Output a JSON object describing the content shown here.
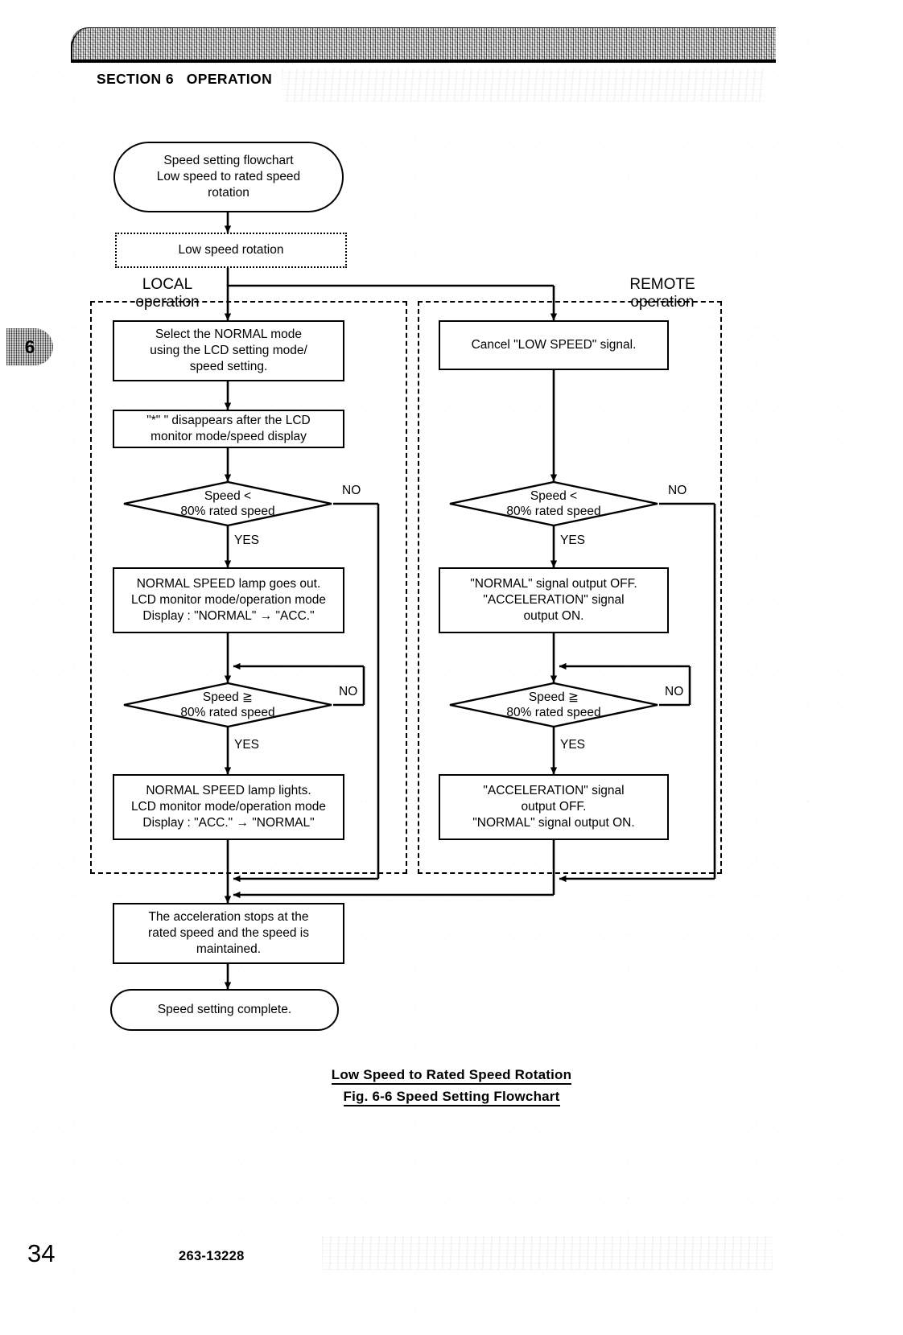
{
  "header": {
    "section_title": "SECTION 6   OPERATION",
    "tab_number": "6"
  },
  "flowchart": {
    "start": "Speed setting flowchart\nLow speed to rated speed\nrotation",
    "precondition": "Low speed rotation",
    "local_group_label": "LOCAL\noperation",
    "remote_group_label": "REMOTE\noperation",
    "local": {
      "step1": "Select the NORMAL mode\nusing the LCD setting mode/\nspeed setting.",
      "step2": "\"*\" \" disappears after the LCD\nmonitor mode/speed display",
      "decision1": "Speed <\n80% rated speed",
      "decision1_yes": "YES",
      "decision1_no": "NO",
      "step3": "NORMAL SPEED lamp goes out.\nLCD monitor mode/operation mode\nDisplay : \"NORMAL\" → \"ACC.\"",
      "decision2": "Speed ≧\n80% rated speed",
      "decision2_yes": "YES",
      "decision2_no": "NO",
      "step4": "NORMAL SPEED lamp lights.\nLCD monitor mode/operation mode\nDisplay : \"ACC.\" → \"NORMAL\""
    },
    "remote": {
      "step1": "Cancel \"LOW SPEED\" signal.",
      "decision1": "Speed <\n80% rated speed",
      "decision1_yes": "YES",
      "decision1_no": "NO",
      "step2": "\"NORMAL\" signal output OFF.\n\"ACCELERATION\" signal\noutput ON.",
      "decision2": "Speed ≧\n80% rated speed",
      "decision2_yes": "YES",
      "decision2_no": "NO",
      "step3": "\"ACCELERATION\" signal\noutput OFF.\n\"NORMAL\" signal output ON."
    },
    "merge_step": "The acceleration stops at the\nrated speed and the speed is\nmaintained.",
    "end": "Speed setting complete."
  },
  "caption": {
    "line1": "Low Speed to Rated Speed Rotation",
    "line2": "Fig. 6-6   Speed Setting Flowchart"
  },
  "footer": {
    "page_number": "34",
    "doc_code": "263-13228"
  }
}
